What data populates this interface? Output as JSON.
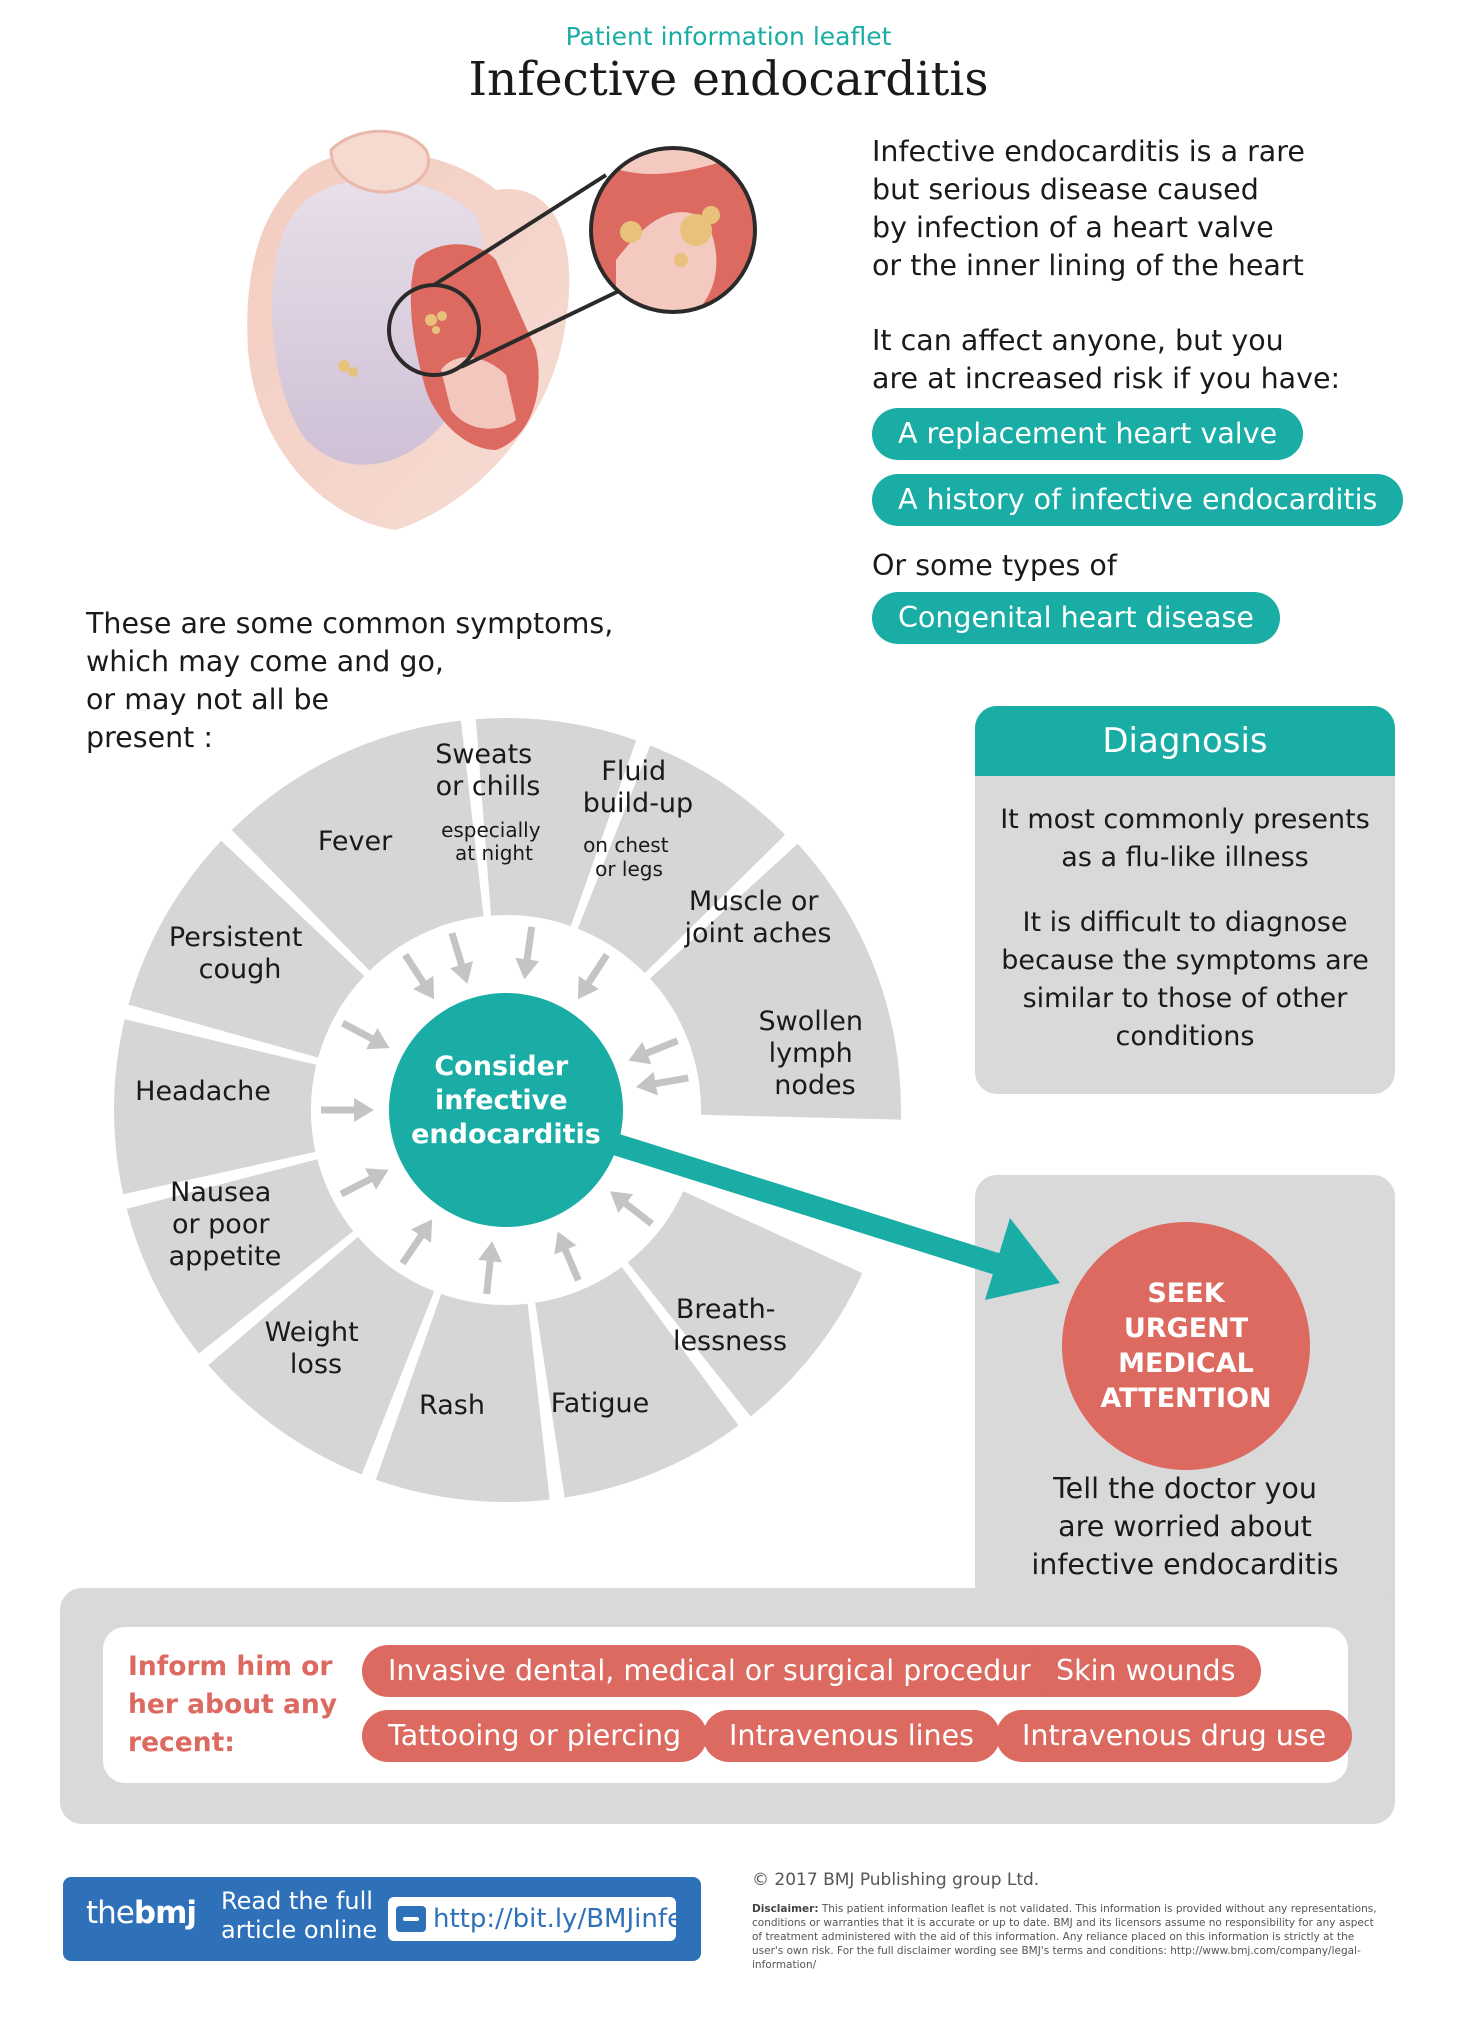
{
  "header": {
    "label": "Patient information leaflet",
    "title": "Infective endocarditis"
  },
  "intro": {
    "lines": [
      "Infective endocarditis is a rare",
      "but serious disease caused",
      "by infection of a heart valve",
      "or the inner lining of the heart"
    ]
  },
  "risk": {
    "lines": [
      "It can affect anyone, but you",
      "are at increased risk if you have:"
    ],
    "pills": [
      "A replacement heart valve",
      "A history of infective endocarditis"
    ],
    "or_text": "Or some types of",
    "congenital": "Congenital heart disease"
  },
  "symptoms": {
    "intro_lines": [
      "These are some common symptoms,",
      "which may come and go,",
      "or may not all be",
      "present :"
    ],
    "center_lines": [
      "Consider",
      "infective",
      "endocarditis"
    ],
    "sweats": {
      "title": [
        "Sweats",
        "or chills"
      ],
      "note": [
        "especially",
        "at night"
      ]
    },
    "fluid": {
      "title": [
        "Fluid",
        "build-up"
      ],
      "note": [
        "on chest",
        "or legs"
      ]
    },
    "muscle": [
      "Muscle or",
      "joint aches"
    ],
    "swollen": [
      "Swollen",
      "lymph",
      "nodes"
    ],
    "breath": [
      "Breath-",
      "lessness"
    ],
    "fatigue": [
      "Fatigue"
    ],
    "rash": [
      "Rash"
    ],
    "weight": [
      "Weight",
      "loss"
    ],
    "nausea": [
      "Nausea",
      "or poor",
      "appetite"
    ],
    "headache": [
      "Headache"
    ],
    "cough": [
      "Persistent",
      "cough"
    ],
    "fever": [
      "Fever"
    ]
  },
  "diagnosis": {
    "title": "Diagnosis",
    "para1": [
      "It most commonly presents",
      "as a flu-like illness"
    ],
    "para2": [
      "It is difficult to diagnose",
      "because the symptoms are",
      "similar to those of other",
      "conditions"
    ]
  },
  "urgent": {
    "lines": [
      "SEEK",
      "URGENT",
      "MEDICAL",
      "ATTENTION"
    ],
    "tell_lines": [
      "Tell the doctor you",
      "are worried about",
      "infective endocarditis"
    ]
  },
  "inform": {
    "label_lines": [
      "Inform him or",
      "her about any",
      "recent:"
    ],
    "items": [
      "Invasive dental, medical or surgical procedures",
      "Skin wounds",
      "Tattooing or piercing",
      "Intravenous lines",
      "Intravenous drug use"
    ]
  },
  "footer": {
    "logo_the": "the",
    "logo_bmj": "bmj",
    "read_lines": [
      "Read the full",
      "article online"
    ],
    "url": "http://bit.ly/BMJinfen",
    "copyright": "© 2017 BMJ Publishing group Ltd.",
    "disclaimer_label": "Disclaimer:",
    "disclaimer": "This patient information leaflet is not validated. This information is provided without any representations, conditions or warranties that it is accurate or up to date. BMJ and its licensors assume no responsibility for any aspect of treatment administered with the aid of this information. Any reliance placed on this information is strictly at the user's own risk. For the full disclaimer wording see BMJ's terms and conditions: http://www.bmj.com/company/legal-information/"
  },
  "colors": {
    "teal": "#1aada6",
    "coral": "#dc6a60",
    "grey_panel": "#d9d9da",
    "wheel_grey": "#d6d6d7",
    "bmj_blue": "#2f71b8"
  },
  "icons": [
    "heart-illustration",
    "magnifier-callout",
    "arrow-icon",
    "link-icon"
  ]
}
